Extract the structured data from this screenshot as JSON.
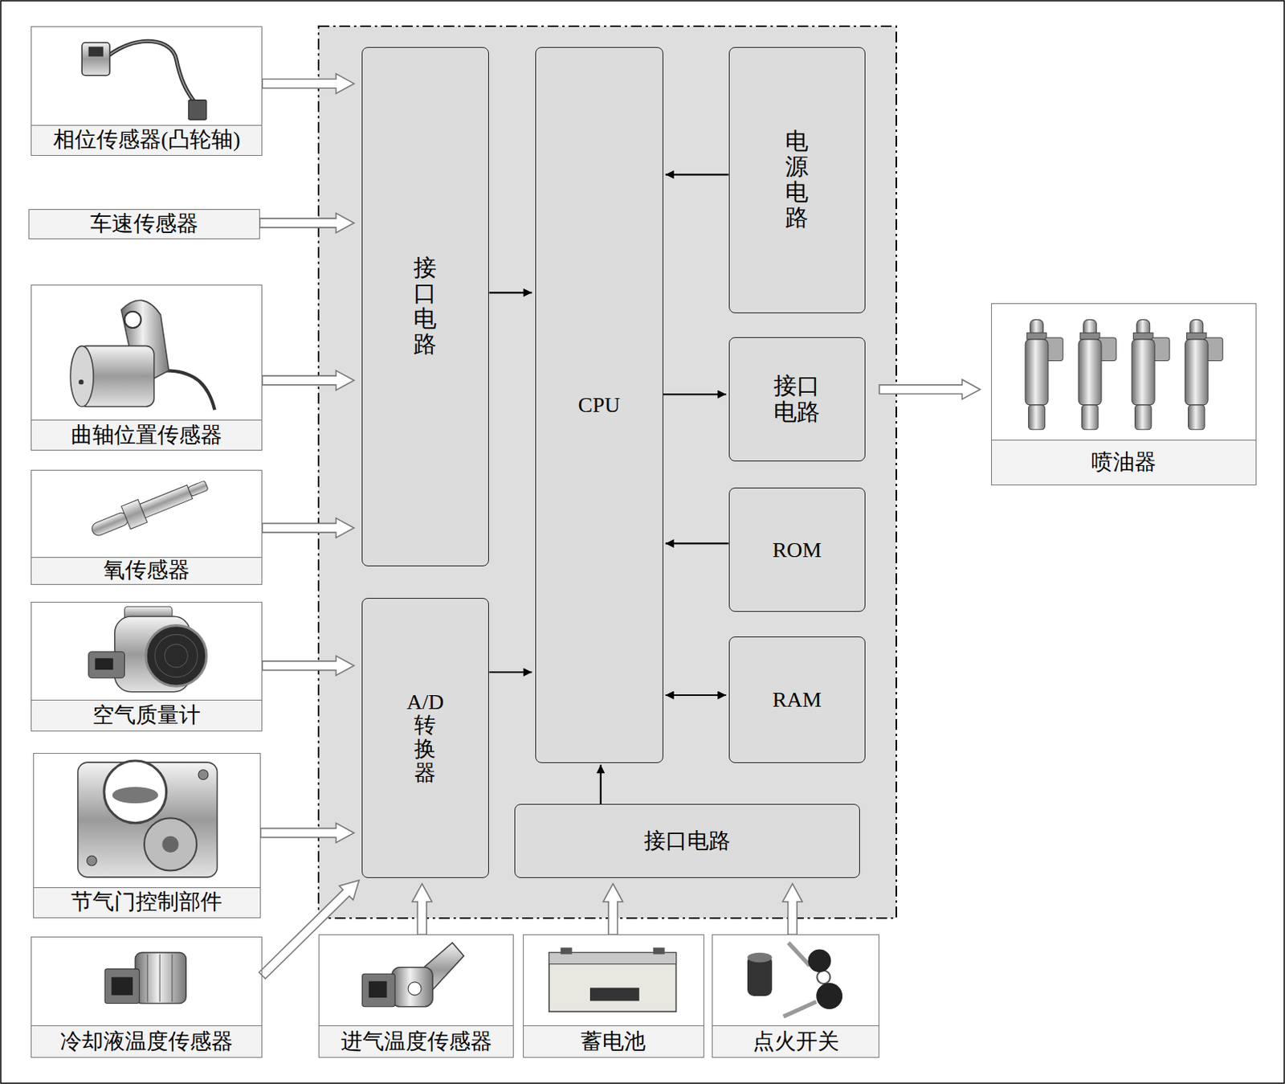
{
  "diagram": {
    "nodes": [
      {
        "text": [
          "相位传感器(凸轮轴)"
        ]
      },
      {
        "text": [
          "车速传感器"
        ]
      },
      {
        "text": [
          "曲轴位置传感器"
        ]
      },
      {
        "text": [
          "氧传感器"
        ]
      },
      {
        "text": [
          "空气质量计"
        ]
      },
      {
        "text": [
          "节气门控制部件"
        ]
      },
      {
        "text": [
          "冷却液温度传感器"
        ]
      },
      {
        "text": []
      },
      {
        "text": [
          "接口电路"
        ],
        "in": 7
      },
      {
        "text": [
          "CPU"
        ],
        "in": 7
      },
      {
        "text": [
          "电源电路"
        ],
        "in": 7
      },
      {
        "text": [
          "接口电路"
        ],
        "in": 7
      },
      {
        "text": [
          "ROM"
        ],
        "in": 7
      },
      {
        "text": [
          "RAM"
        ],
        "in": 7
      },
      {
        "text": [
          "A/D转换器"
        ],
        "in": 7
      },
      {
        "text": [
          "接口电路"
        ],
        "in": 7
      },
      {
        "text": [
          "喷油器"
        ]
      },
      {
        "text": [
          "进气温度传感器"
        ]
      },
      {
        "text": [
          "蓄电池"
        ]
      },
      {
        "text": [
          "点火开关"
        ]
      }
    ],
    "edges": [
      {
        "from": 0,
        "to": 8,
        "arrow": "to"
      },
      {
        "from": 1,
        "to": 8,
        "arrow": "to"
      },
      {
        "from": 2,
        "to": 8,
        "arrow": "to"
      },
      {
        "from": 3,
        "to": 8,
        "arrow": "to"
      },
      {
        "from": 4,
        "to": 14,
        "arrow": "to"
      },
      {
        "from": 5,
        "to": 14,
        "arrow": "to"
      },
      {
        "from": 6,
        "to": 14,
        "arrow": "to"
      },
      {
        "from": 17,
        "to": 14,
        "arrow": "to"
      },
      {
        "from": 18,
        "to": 15,
        "arrow": "to"
      },
      {
        "from": 19,
        "to": 15,
        "arrow": "to"
      },
      {
        "from": 8,
        "to": 9,
        "arrow": "to"
      },
      {
        "from": 14,
        "to": 9,
        "arrow": "to"
      },
      {
        "from": 10,
        "to": 9,
        "arrow": "to"
      },
      {
        "from": 9,
        "to": 11,
        "arrow": "to"
      },
      {
        "from": 12,
        "to": 9,
        "arrow": "to"
      },
      {
        "from": 13,
        "to": 9,
        "arrow": "both"
      },
      {
        "from": 15,
        "to": 9,
        "arrow": "to"
      },
      {
        "from": 11,
        "to": 16,
        "arrow": "to"
      }
    ]
  }
}
